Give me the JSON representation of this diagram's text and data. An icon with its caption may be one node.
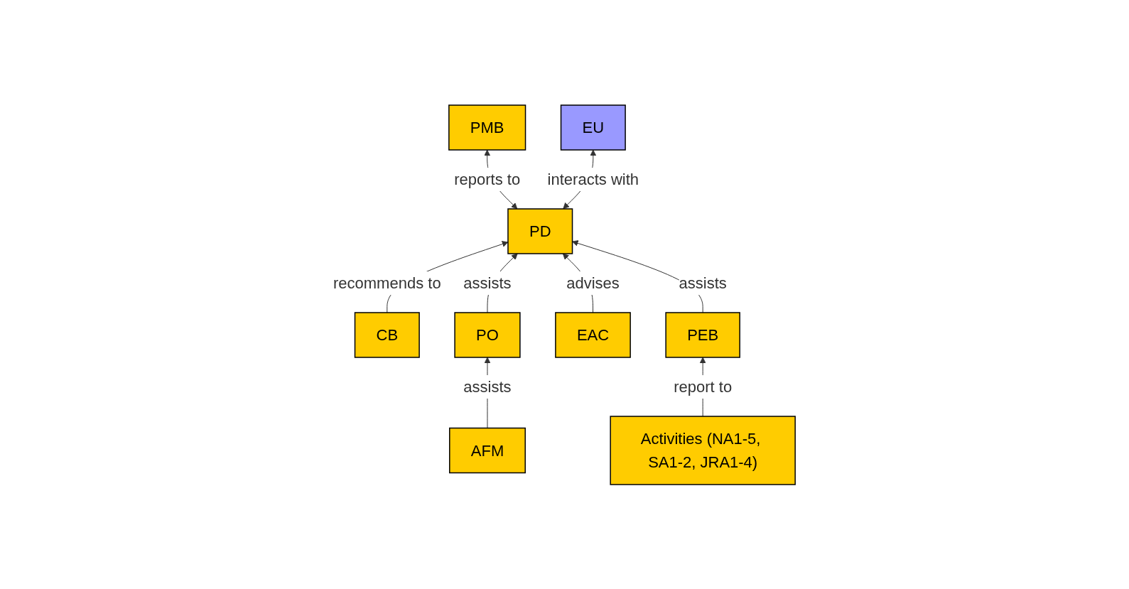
{
  "diagram": {
    "nodes": [
      {
        "text": [
          "PMB"
        ]
      },
      {
        "text": [
          "EU"
        ]
      },
      {
        "text": [
          "CB"
        ]
      },
      {
        "text": [
          "PD"
        ]
      },
      {
        "text": [
          "PO"
        ]
      },
      {
        "text": [
          "EAC"
        ]
      },
      {
        "text": [
          "PEB"
        ]
      },
      {
        "text": [
          "AFM"
        ]
      },
      {
        "text": [
          "Activities (NA1-5, SA1-2, JRA1-4)"
        ]
      }
    ],
    "edges": [
      {
        "from": 3,
        "to": 0,
        "arrow": "both",
        "label": "reports to"
      },
      {
        "from": 3,
        "to": 1,
        "arrow": "both",
        "label": "interacts with"
      },
      {
        "from": 2,
        "to": 3,
        "arrow": "to",
        "label": "recommends to"
      },
      {
        "from": 4,
        "to": 3,
        "arrow": "to",
        "label": "assists"
      },
      {
        "from": 5,
        "to": 3,
        "arrow": "to",
        "label": "advises"
      },
      {
        "from": 6,
        "to": 3,
        "arrow": "to",
        "label": "assists"
      },
      {
        "from": 7,
        "to": 4,
        "arrow": "to",
        "label": "assists"
      },
      {
        "from": 8,
        "to": 6,
        "arrow": "to",
        "label": "report to"
      }
    ]
  }
}
